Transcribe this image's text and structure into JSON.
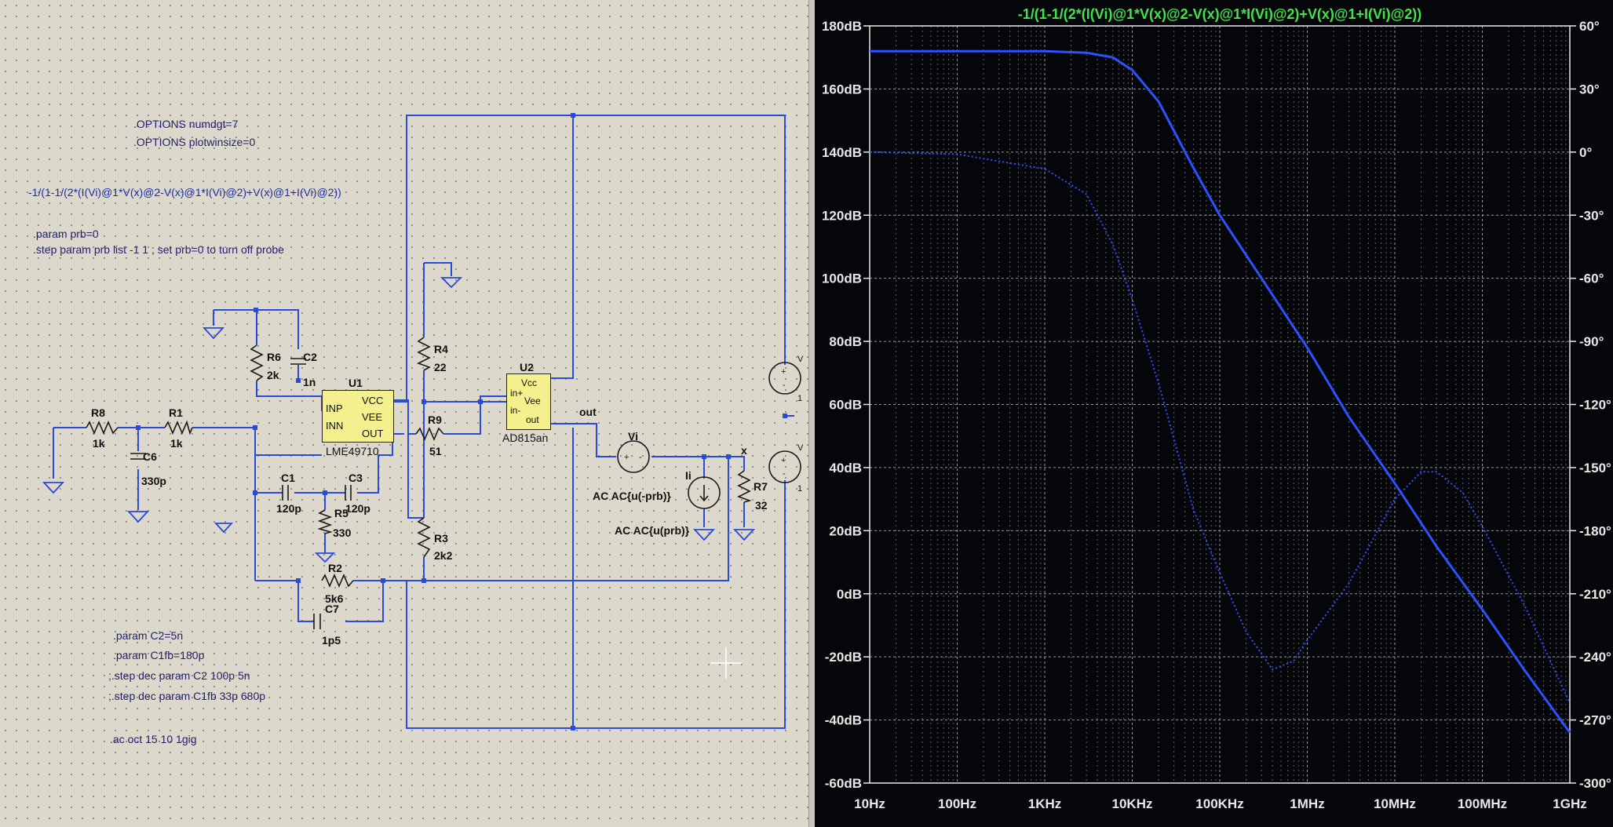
{
  "schematic": {
    "directives": {
      "numdgt": ".OPTIONS numdgt=7",
      "plotwinsize": ".OPTIONS plotwinsize=0",
      "expr": "-1/(1-1/(2*(I(Vi)@1*V(x)@2-V(x)@1*I(Vi)@2)+V(x)@1+I(Vi)@2))",
      "param_prb": ".param prb=0",
      "step_prb": ".step param prb list -1 1 ; set prb=0 to turn off probe",
      "param_c2": ".param C2=5n",
      "param_c1fb": ".param C1fb=180p",
      "step_c2": ";.step dec param C2 100p 5n",
      "step_c1fb": ";.step dec param C1fb 33p 680p",
      "ac": ".ac oct 15 10 1gig"
    },
    "components": {
      "R8": {
        "name": "R8",
        "value": "1k"
      },
      "R1": {
        "name": "R1",
        "value": "1k"
      },
      "C6": {
        "name": "C6",
        "value": "330p"
      },
      "R6": {
        "name": "R6",
        "value": "2k"
      },
      "C2": {
        "name": "C2",
        "value": "1n"
      },
      "U1": {
        "name": "U1",
        "part": "LME49710",
        "pins": [
          "INP",
          "INN",
          "VCC",
          "VEE",
          "OUT"
        ]
      },
      "C1": {
        "name": "C1",
        "value": "120p"
      },
      "C3": {
        "name": "C3",
        "value": "120p"
      },
      "R5": {
        "name": "R5",
        "value": "330"
      },
      "R2": {
        "name": "R2",
        "value": "5k6"
      },
      "C7": {
        "name": "C7",
        "value": "1p5"
      },
      "R4": {
        "name": "R4",
        "value": "22"
      },
      "R9": {
        "name": "R9",
        "value": "51"
      },
      "R3": {
        "name": "R3",
        "value": "2k2"
      },
      "U2": {
        "name": "U2",
        "part": "AD815an",
        "pins": [
          "Vcc",
          "in+",
          "Vee",
          "in-",
          "out"
        ]
      },
      "Vi": {
        "name": "Vi"
      },
      "Ii": {
        "name": "Ii"
      },
      "R7": {
        "name": "R7",
        "value": "32"
      },
      "src_a": "AC AC{u(-prb)}",
      "src_b": "AC AC{u(prb)}",
      "net_out": "out",
      "net_x": "x",
      "vsrc_label": "V",
      "vsrc_value": "1"
    }
  },
  "plot": {
    "title": "-1/(1-1/(2*(I(Vi)@1*V(x)@2-V(x)@1*I(Vi)@2)+V(x)@1+I(Vi)@2))",
    "colors": {
      "title": "#3fe64a",
      "trace": "#2b52ff",
      "grid": "#9a9a9a",
      "axis_text": "#e8e8e8",
      "background": "#05060a"
    },
    "y_left_ticks": [
      "180dB",
      "160dB",
      "140dB",
      "120dB",
      "100dB",
      "80dB",
      "60dB",
      "40dB",
      "20dB",
      "0dB",
      "-20dB",
      "-40dB",
      "-60dB"
    ],
    "y_right_ticks": [
      "60°",
      "30°",
      "0°",
      "-30°",
      "-60°",
      "-90°",
      "-120°",
      "-150°",
      "-180°",
      "-210°",
      "-240°",
      "-270°",
      "-300°"
    ],
    "x_ticks": [
      "10Hz",
      "100Hz",
      "1KHz",
      "10KHz",
      "100KHz",
      "1MHz",
      "10MHz",
      "100MHz",
      "1GHz"
    ]
  },
  "chart_data": {
    "type": "line",
    "x_scale": "log",
    "xlim": [
      10,
      1000000000
    ],
    "ylim": [
      -60,
      180
    ],
    "y2lim": [
      -300,
      60
    ],
    "grid": true,
    "series": [
      {
        "style": "solid",
        "axis": "magnitude_dB",
        "x": [
          10,
          100,
          1000,
          3000,
          6000,
          10000,
          20000,
          50000,
          100000,
          300000,
          1000000,
          3000000,
          10000000,
          30000000,
          100000000,
          300000000,
          1000000000
        ],
        "y": [
          172,
          172,
          172,
          171.5,
          170,
          166,
          156,
          135,
          120,
          100,
          78,
          56,
          35,
          15,
          -5,
          -24,
          -44
        ]
      },
      {
        "style": "dotted",
        "axis": "phase_deg",
        "x": [
          10,
          100,
          1000,
          3000,
          6000,
          10000,
          20000,
          50000,
          100000,
          200000,
          400000,
          700000,
          1000000,
          3000000,
          10000000,
          20000000,
          30000000,
          60000000,
          100000000,
          300000000,
          1000000000
        ],
        "y": [
          0,
          -1,
          -8,
          -20,
          -44,
          -70,
          -110,
          -170,
          -200,
          -228,
          -246,
          -242,
          -232,
          -205,
          -165,
          -152,
          -152,
          -162,
          -178,
          -215,
          -262
        ]
      }
    ]
  }
}
